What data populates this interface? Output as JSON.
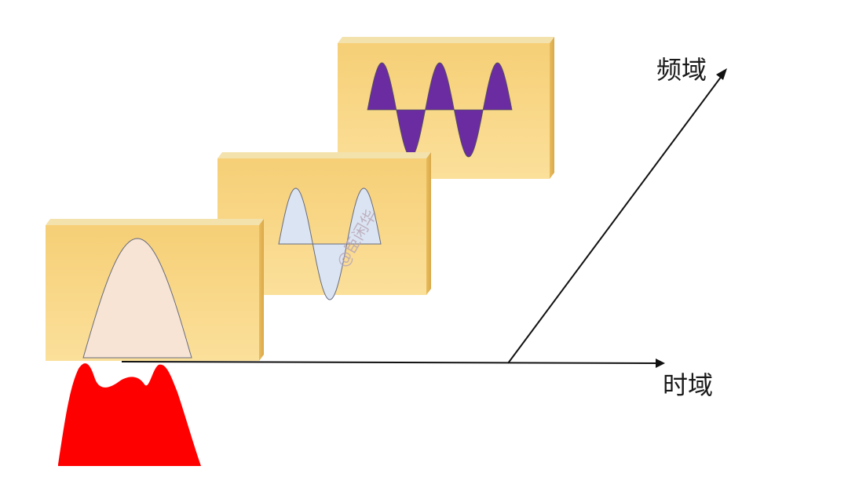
{
  "diagram": {
    "frequency_axis_label": "频域",
    "time_axis_label": "时域",
    "watermark": "@臣闲华"
  },
  "colors": {
    "panel_face": "#f8d27a",
    "panel_top": "#f5e1a8",
    "panel_side": "#e7b95a",
    "axis": "#111111",
    "composite_signal": "#ff0000",
    "low_freq_wave": "#f8e4d4",
    "mid_freq_wave": "#dbe4f2",
    "high_freq_wave": "#6a2ca0",
    "wave_stroke": "#666b80"
  }
}
